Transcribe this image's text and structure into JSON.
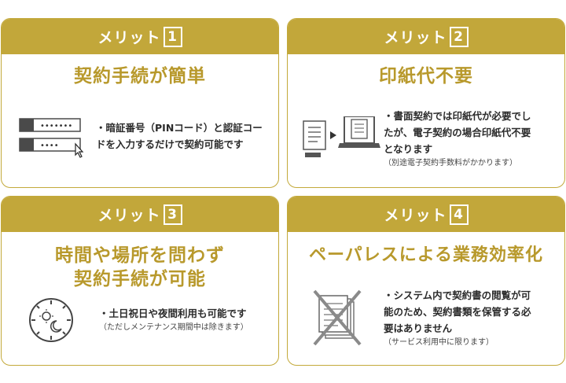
{
  "cards": [
    {
      "header": "メリット",
      "number": "1",
      "title_lines": [
        "契約手続が簡単"
      ],
      "desc_lines": [
        "・暗証番号（PINコード）と認証コー",
        "ドを入力するだけで契約可能です"
      ],
      "note": "",
      "icon": "pin-entry-fields-icon",
      "pin1": "•••••••",
      "pin2": "••••"
    },
    {
      "header": "メリット",
      "number": "2",
      "title_lines": [
        "印紙代不要"
      ],
      "desc_lines": [
        "・書面契約では印紙代が必要でし",
        "たが、電子契約の場合印紙代不要",
        "となります"
      ],
      "note": "（別途電子契約手数料がかかります）",
      "icon": "document-to-laptop-icon"
    },
    {
      "header": "メリット",
      "number": "3",
      "title_lines": [
        "時間や場所を問わず",
        "契約手続が可能"
      ],
      "desc_lines": [
        "・土日祝日や夜間利用も可能です"
      ],
      "note": "（ただしメンテナンス期間中は除きます）",
      "icon": "day-night-clock-icon"
    },
    {
      "header": "メリット",
      "number": "4",
      "title_lines": [
        "ペーパレスによる業務効率化"
      ],
      "desc_lines": [
        "・システム内で契約書の閲覧が可",
        "能のため、契約書類を保管する必",
        "要はありません"
      ],
      "note": "（サービス利用中に限ります）",
      "icon": "no-paper-documents-icon"
    }
  ],
  "colors": {
    "gold": "#c2a73a",
    "title_gold": "#b8992c",
    "text": "#2b2b2b"
  }
}
